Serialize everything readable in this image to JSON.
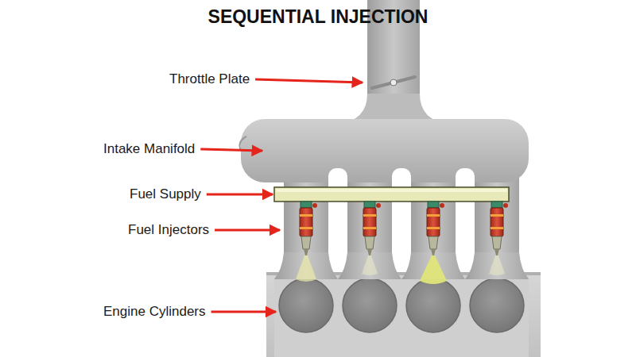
{
  "diagram": {
    "title": "SEQUENTIAL INJECTION",
    "labels": [
      "Throttle Plate",
      "Intake Manifold",
      "Fuel Supply",
      "Fuel Injectors",
      "Engine Cylinders"
    ]
  }
}
